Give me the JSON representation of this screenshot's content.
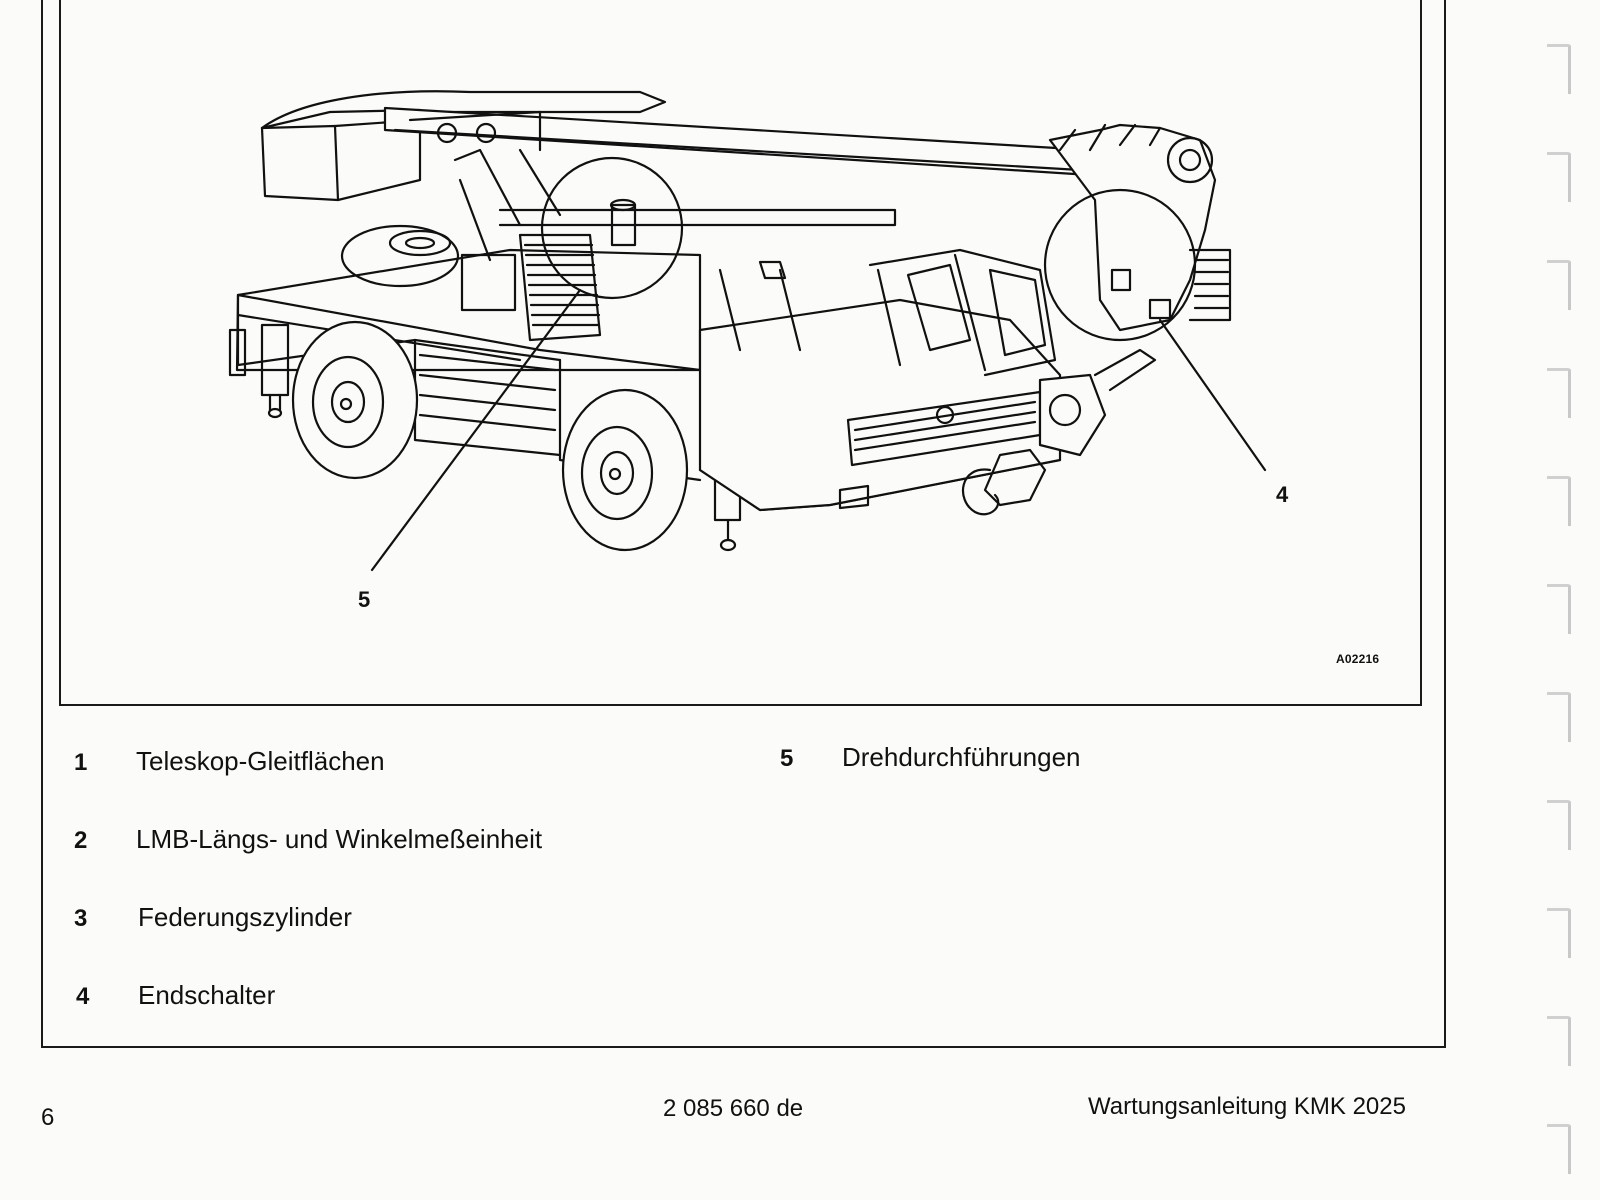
{
  "figure": {
    "code": "A02216",
    "callouts": [
      {
        "label": "5"
      },
      {
        "label": "4"
      }
    ]
  },
  "legend": {
    "items": [
      {
        "num": "1",
        "text": "Teleskop-Gleitflächen"
      },
      {
        "num": "2",
        "text": "LMB-Längs- und Winkelmeßeinheit"
      },
      {
        "num": "3",
        "text": "Federungszylinder"
      },
      {
        "num": "4",
        "text": "Endschalter"
      },
      {
        "num": "5",
        "text": "Drehdurchführungen"
      }
    ]
  },
  "footer": {
    "page_number": "6",
    "doc_number": "2 085 660 de",
    "title": "Wartungsanleitung KMK 2025"
  },
  "colors": {
    "ink": "#111111",
    "paper": "#fbfbf9",
    "tab_marks": "#c8c8c8"
  }
}
